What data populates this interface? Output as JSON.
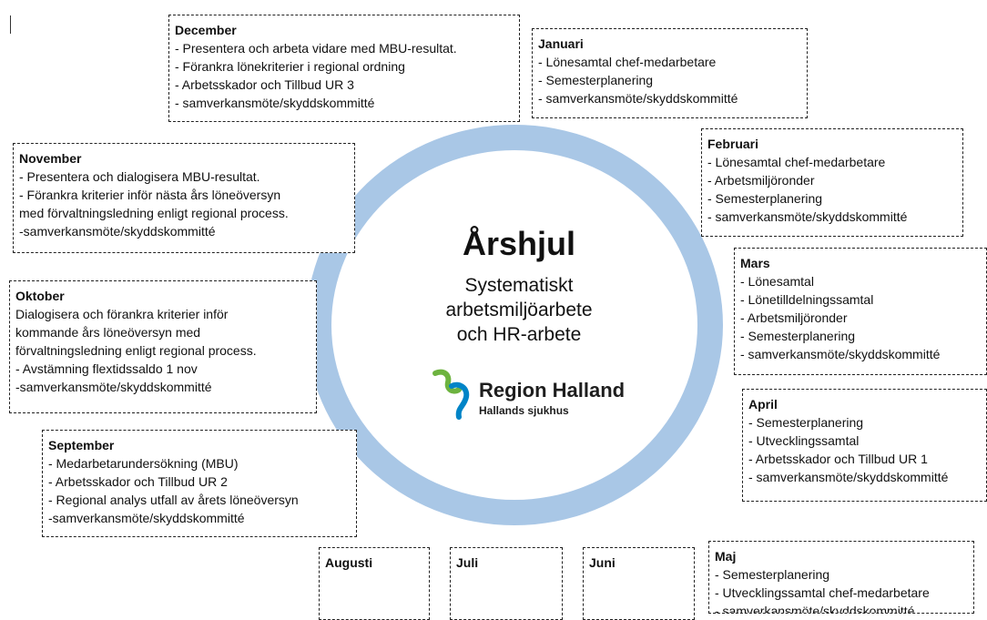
{
  "center": {
    "title": "Årshjul",
    "subtitle_lines": [
      "Systematiskt",
      "arbetsmiljöarbete",
      "och HR-arbete"
    ],
    "logo": {
      "name": "Region Halland",
      "subname": "Hallands sjukhus",
      "colors": [
        "#6db33f",
        "#0084c7"
      ]
    }
  },
  "ring_color": "#a9c7e6",
  "months": {
    "december": {
      "title": "December",
      "items": [
        "- Presentera och arbeta vidare med MBU-resultat.",
        "- Förankra lönekriterier i regional ordning",
        "- Arbetsskador och Tillbud UR 3",
        "- samverkansmöte/skyddskommitté"
      ]
    },
    "januari": {
      "title": "Januari",
      "items": [
        "- Lönesamtal chef-medarbetare",
        "- Semesterplanering",
        "- samverkansmöte/skyddskommitté"
      ]
    },
    "februari": {
      "title": "Februari",
      "items": [
        "- Lönesamtal chef-medarbetare",
        "- Arbetsmiljöronder",
        "- Semesterplanering",
        "- samverkansmöte/skyddskommitté"
      ]
    },
    "mars": {
      "title": "Mars",
      "items": [
        "- Lönesamtal",
        "- Lönetilldelningssamtal",
        "- Arbetsmiljöronder",
        "- Semesterplanering",
        "- samverkansmöte/skyddskommitté"
      ]
    },
    "april": {
      "title": "April",
      "items": [
        "- Semesterplanering",
        "- Utvecklingssamtal",
        "- Arbetsskador och Tillbud UR 1",
        "- samverkansmöte/skyddskommitté"
      ]
    },
    "maj": {
      "title": "Maj",
      "items": [
        "- Semesterplanering",
        "- Utvecklingssamtal chef-medarbetare",
        "- samverkansmöte/skyddskommitté"
      ]
    },
    "juni": {
      "title": "Juni",
      "items": []
    },
    "juli": {
      "title": "Juli",
      "items": []
    },
    "augusti": {
      "title": "Augusti",
      "items": []
    },
    "september": {
      "title": "September",
      "items": [
        "- Medarbetarundersökning (MBU)",
        "- Arbetsskador och Tillbud UR 2",
        "- Regional analys utfall av årets löneöversyn",
        "-samverkansmöte/skyddskommitté"
      ]
    },
    "oktober": {
      "title": "Oktober",
      "items": [
        "Dialogisera och förankra kriterier inför",
        "kommande års löneöversyn med",
        "förvaltningsledning enligt regional process.",
        "- Avstämning flextidssaldo 1 nov",
        "-samverkansmöte/skyddskommitté"
      ]
    },
    "november": {
      "title": "November",
      "items": [
        "- Presentera och dialogisera MBU-resultat.",
        "- Förankra kriterier inför nästa års löneöversyn",
        "med förvaltningsledning enligt regional process.",
        "-samverkansmöte/skyddskommitté"
      ]
    }
  }
}
